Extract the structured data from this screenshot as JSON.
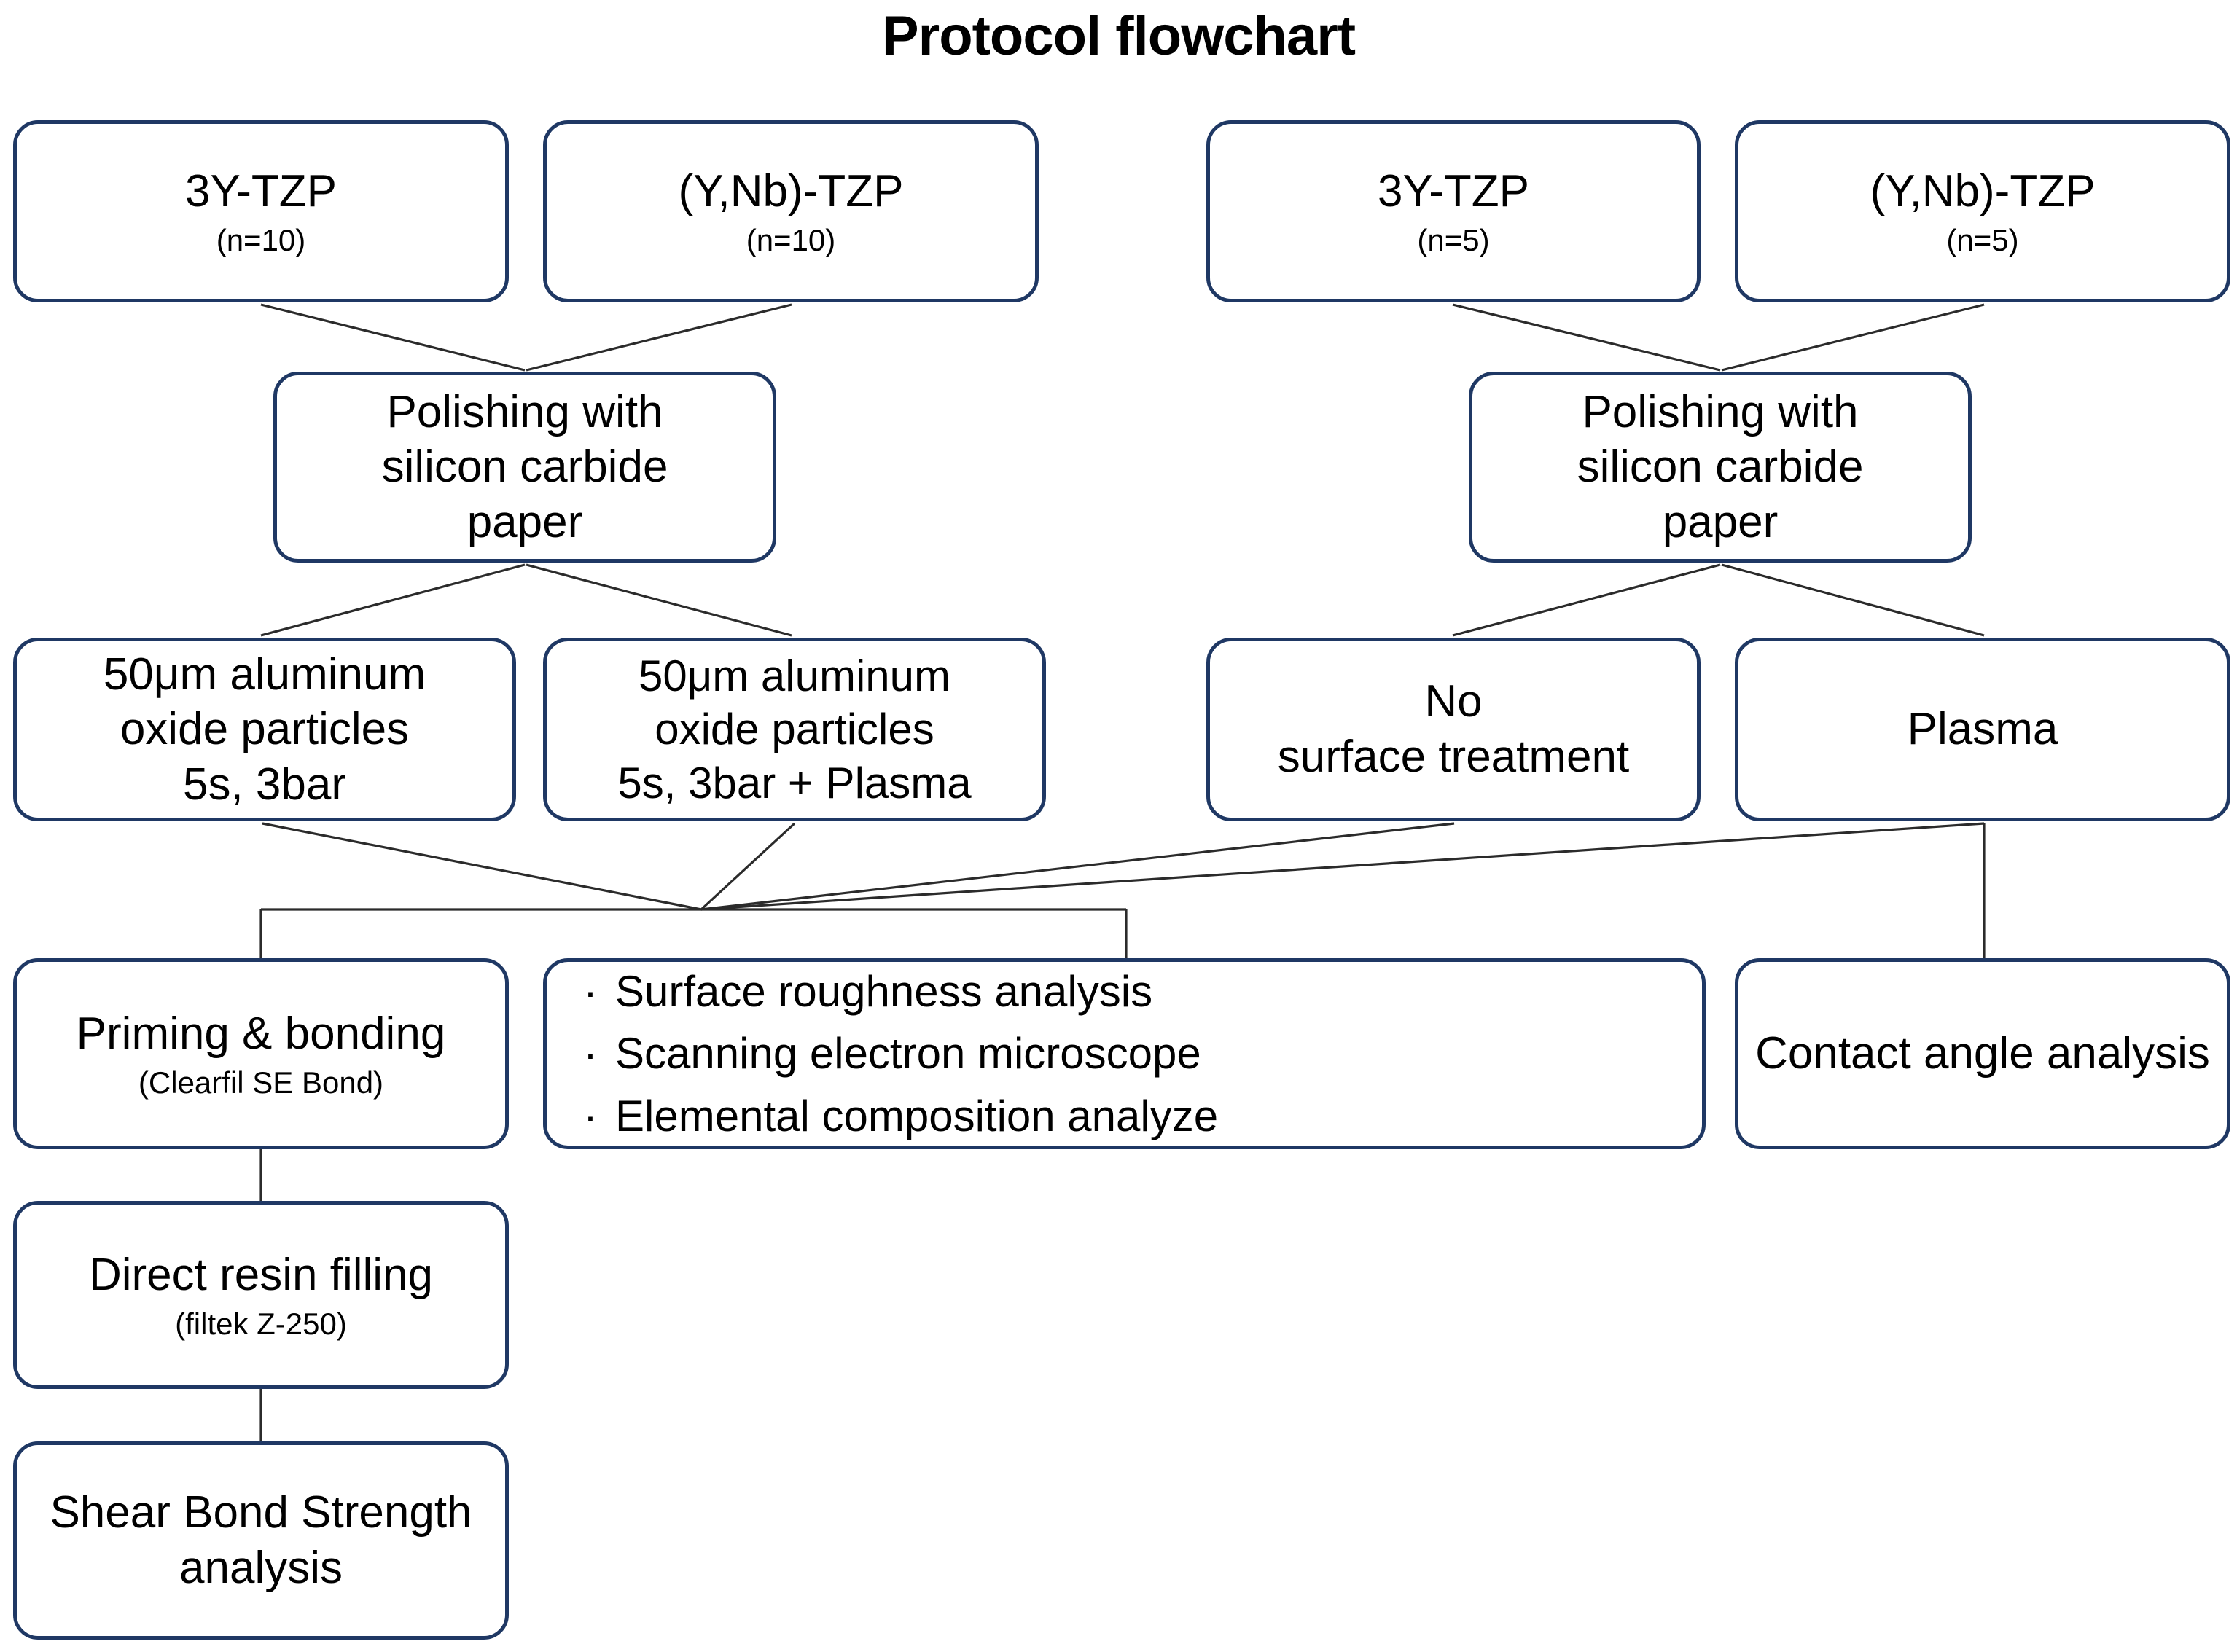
{
  "title": "Protocol flowchart",
  "theme": {
    "box_border_color": "#1f3864",
    "box_fill_color": "#ffffff",
    "connector_color": "#2b2b2b",
    "text_color": "#000000",
    "background_color": "#ffffff"
  },
  "nodes": {
    "tzp3y_10": {
      "title": "3Y-TZP",
      "sub": "(n=10)"
    },
    "ynb_10": {
      "title": "(Y,Nb)-TZP",
      "sub": "(n=10)"
    },
    "tzp3y_5": {
      "title": "3Y-TZP",
      "sub": "(n=5)"
    },
    "ynb_5": {
      "title": "(Y,Nb)-TZP",
      "sub": "(n=5)"
    },
    "polish_left": {
      "line1": "Polishing with",
      "line2": "silicon carbide",
      "line3": "paper"
    },
    "polish_right": {
      "line1": "Polishing with",
      "line2": "silicon carbide",
      "line3": "paper"
    },
    "alox_left": {
      "line1": "50μm aluminum",
      "line2": "oxide particles",
      "line3": "5s, 3bar"
    },
    "alox_right": {
      "line1": "50μm aluminum",
      "line2": "oxide particles",
      "line3": "5s, 3bar + Plasma"
    },
    "no_surface": {
      "line1": "No",
      "line2": "surface treatment"
    },
    "plasma": {
      "line1": "Plasma"
    },
    "priming": {
      "title": "Priming & bonding",
      "sub": "(Clearfil SE Bond)"
    },
    "analyses": {
      "bullet_marker": "·",
      "items": [
        "Surface roughness analysis",
        "Scanning electron microscope",
        "Elemental composition analyze"
      ]
    },
    "contact_angle": {
      "line1": "Contact angle analysis"
    },
    "resin": {
      "title": "Direct resin filling",
      "sub": "(filtek Z-250)"
    },
    "shear_bond": {
      "line1": "Shear Bond Strength",
      "line2": "analysis"
    }
  }
}
